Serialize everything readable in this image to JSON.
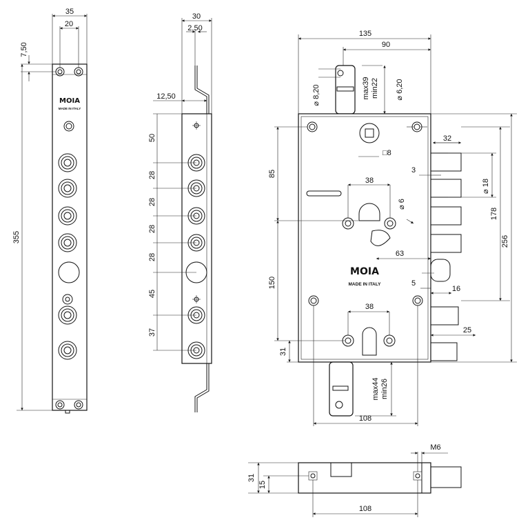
{
  "brand": {
    "name": "MOIA",
    "made_in": "MADE IN ITALY"
  },
  "front_view": {
    "width": "35",
    "hole_spacing": "20",
    "top_offset": "7,50",
    "height": "355"
  },
  "side_view": {
    "width": "30",
    "thickness": "2,50",
    "offset": "12,50",
    "spacings": [
      "50",
      "28",
      "28",
      "28",
      "28",
      "45",
      "37"
    ]
  },
  "main_view": {
    "overall_width": "135",
    "width_90": "90",
    "hole_diam": "8,20",
    "max_top": "max39",
    "min_top": "min22",
    "diam_620": "6,20",
    "bolt_32": "32",
    "square_8": "8",
    "dim_3": "3",
    "dim_85": "85",
    "cyl_38_top": "38",
    "diam_6": "6",
    "diam_18": "18",
    "dim_178": "178",
    "dim_256": "256",
    "dim_63": "63",
    "dim_150": "150",
    "dim_5": "5",
    "dim_16": "16",
    "cyl_38_bottom": "38",
    "dim_25": "25",
    "dim_31": "31",
    "max_bottom": "max44",
    "min_bottom": "min26",
    "dim_108": "108"
  },
  "bottom_view": {
    "dim_m6": "M6",
    "dim_31": "31",
    "dim_15": "15",
    "dim_108": "108"
  }
}
